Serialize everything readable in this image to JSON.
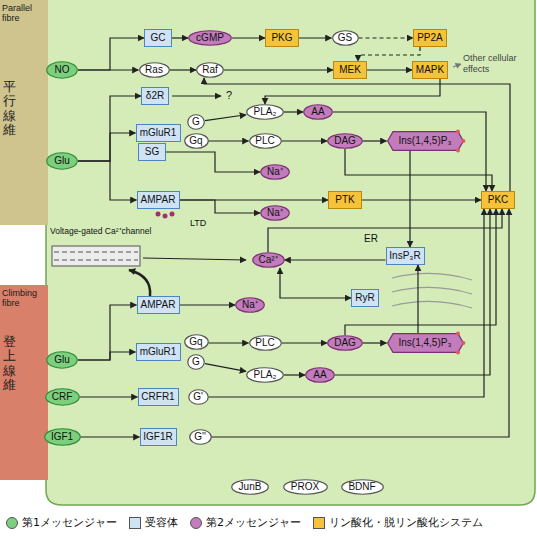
{
  "diagram": {
    "nodes": [
      {
        "text": [
          "Parallel fibre",
          "平行線維"
        ]
      },
      {
        "text": [
          "NO"
        ],
        "in": 0
      },
      {
        "text": [
          "Glu"
        ],
        "in": 0
      },
      {
        "text": [
          "Climbing fibre",
          "登上線維"
        ]
      },
      {
        "text": [
          "Glu"
        ],
        "in": 3
      },
      {
        "text": [
          "CRF"
        ],
        "in": 3
      },
      {
        "text": [
          "IGF1"
        ],
        "in": 3
      },
      {
        "text": [
          "GC"
        ]
      },
      {
        "text": [
          "cGMP"
        ]
      },
      {
        "text": [
          "PKG"
        ]
      },
      {
        "text": [
          "GS"
        ]
      },
      {
        "text": [
          "PP2A"
        ]
      },
      {
        "text": [
          "Ras"
        ]
      },
      {
        "text": [
          "Raf"
        ]
      },
      {
        "text": [
          "MEK"
        ]
      },
      {
        "text": [
          "MAPK"
        ]
      },
      {
        "text": [
          "δ2R"
        ]
      },
      {
        "text": [
          "PLA₂"
        ]
      },
      {
        "text": [
          "AA"
        ]
      },
      {
        "text": [
          "mGluR1"
        ]
      },
      {
        "text": [
          "G"
        ]
      },
      {
        "text": [
          "Gq"
        ]
      },
      {
        "text": [
          "SG"
        ]
      },
      {
        "text": [
          "PLC"
        ]
      },
      {
        "text": [
          "DAG"
        ]
      },
      {
        "text": [
          "Ins(1,4,5)P₃"
        ]
      },
      {
        "text": [
          "Na⁺"
        ]
      },
      {
        "text": [
          "AMPAR"
        ]
      },
      {
        "text": [
          "Na⁺"
        ]
      },
      {
        "text": [
          "PTK"
        ]
      },
      {
        "text": [
          "PKC"
        ]
      },
      {
        "text": [
          "InsP₃R"
        ]
      },
      {
        "text": [
          "Ca²⁺"
        ]
      },
      {
        "text": [
          "RyR"
        ]
      },
      {
        "text": [
          "AMPAR"
        ]
      },
      {
        "text": [
          "Na⁺"
        ]
      },
      {
        "text": [
          "mGluR1"
        ]
      },
      {
        "text": [
          "Gq"
        ]
      },
      {
        "text": [
          "G"
        ]
      },
      {
        "text": [
          "PLC"
        ]
      },
      {
        "text": [
          "DAG"
        ]
      },
      {
        "text": [
          "Ins(1,4,5)P₃"
        ]
      },
      {
        "text": [
          "PLA₂"
        ]
      },
      {
        "text": [
          "AA"
        ]
      },
      {
        "text": [
          "CRFR1"
        ]
      },
      {
        "text": [
          "G'"
        ]
      },
      {
        "text": [
          "IGF1R"
        ]
      },
      {
        "text": [
          "G''"
        ]
      },
      {
        "text": [
          "JunB"
        ]
      },
      {
        "text": [
          "PROX"
        ]
      },
      {
        "text": [
          "BDNF"
        ]
      }
    ],
    "edges": [
      {
        "from": 1,
        "to": 7,
        "arrow": "to"
      },
      {
        "from": 1,
        "to": 12,
        "arrow": "to"
      },
      {
        "from": 7,
        "to": 8,
        "arrow": "to"
      },
      {
        "from": 8,
        "to": 9,
        "arrow": "to"
      },
      {
        "from": 9,
        "to": 10,
        "arrow": "to"
      },
      {
        "from": 10,
        "to": 11,
        "arrow": "to"
      },
      {
        "from": 11,
        "to": 14,
        "arrow": "to"
      },
      {
        "from": 12,
        "to": 13,
        "arrow": "to"
      },
      {
        "from": 13,
        "to": 14,
        "arrow": "to"
      },
      {
        "from": 14,
        "to": 15,
        "arrow": "to"
      },
      {
        "from": 15,
        "to": 17,
        "arrow": "to"
      },
      {
        "from": 30,
        "to": 13,
        "arrow": "to"
      },
      {
        "from": 2,
        "to": 16,
        "arrow": "to"
      },
      {
        "from": 2,
        "to": 19,
        "arrow": "to"
      },
      {
        "from": 2,
        "to": 27,
        "arrow": "to"
      },
      {
        "from": 20,
        "to": 17,
        "arrow": "to"
      },
      {
        "from": 21,
        "to": 23,
        "arrow": "to"
      },
      {
        "from": 22,
        "to": 26,
        "arrow": "to"
      },
      {
        "from": 17,
        "to": 18,
        "arrow": "to"
      },
      {
        "from": 18,
        "to": 30,
        "arrow": "to"
      },
      {
        "from": 23,
        "to": 24,
        "arrow": "to"
      },
      {
        "from": 24,
        "to": 25,
        "arrow": "to"
      },
      {
        "from": 24,
        "to": 30,
        "arrow": "to"
      },
      {
        "from": 25,
        "to": 31,
        "arrow": "to"
      },
      {
        "from": 27,
        "to": 28,
        "arrow": "to"
      },
      {
        "from": 27,
        "to": 29,
        "arrow": "to"
      },
      {
        "from": 29,
        "to": 30,
        "arrow": "to"
      },
      {
        "from": 31,
        "to": 32,
        "arrow": "to"
      },
      {
        "from": 32,
        "to": 30,
        "arrow": "to"
      },
      {
        "from": 32,
        "to": 33,
        "arrow": "both"
      },
      {
        "from": 4,
        "to": 34,
        "arrow": "to"
      },
      {
        "from": 4,
        "to": 36,
        "arrow": "to"
      },
      {
        "from": 34,
        "to": 35,
        "arrow": "to"
      },
      {
        "from": 37,
        "to": 39,
        "arrow": "to"
      },
      {
        "from": 38,
        "to": 42,
        "arrow": "to"
      },
      {
        "from": 39,
        "to": 40,
        "arrow": "to"
      },
      {
        "from": 40,
        "to": 41,
        "arrow": "to"
      },
      {
        "from": 41,
        "to": 31,
        "arrow": "to"
      },
      {
        "from": 40,
        "to": 30,
        "arrow": "to"
      },
      {
        "from": 42,
        "to": 43,
        "arrow": "to"
      },
      {
        "from": 43,
        "to": 30,
        "arrow": "to"
      },
      {
        "from": 5,
        "to": 44,
        "arrow": "to"
      },
      {
        "from": 6,
        "to": 46,
        "arrow": "to"
      },
      {
        "from": 45,
        "to": 30,
        "arrow": "to"
      },
      {
        "from": 47,
        "to": 30,
        "arrow": "to"
      }
    ],
    "labels": [
      "Other cellular effects",
      "?",
      "Voltage-gated Ca²⁺channel",
      "LTD",
      "ER"
    ],
    "legend": [
      {
        "text": "第1メッセンジャー",
        "color": "#7ccf7c"
      },
      {
        "text": "受容体",
        "color": "#cfe3f5"
      },
      {
        "text": "第2メッセンジャー",
        "color": "#c27cbb"
      },
      {
        "text": "リン酸化・脱リン酸化システム",
        "color": "#f5c23a"
      }
    ]
  }
}
